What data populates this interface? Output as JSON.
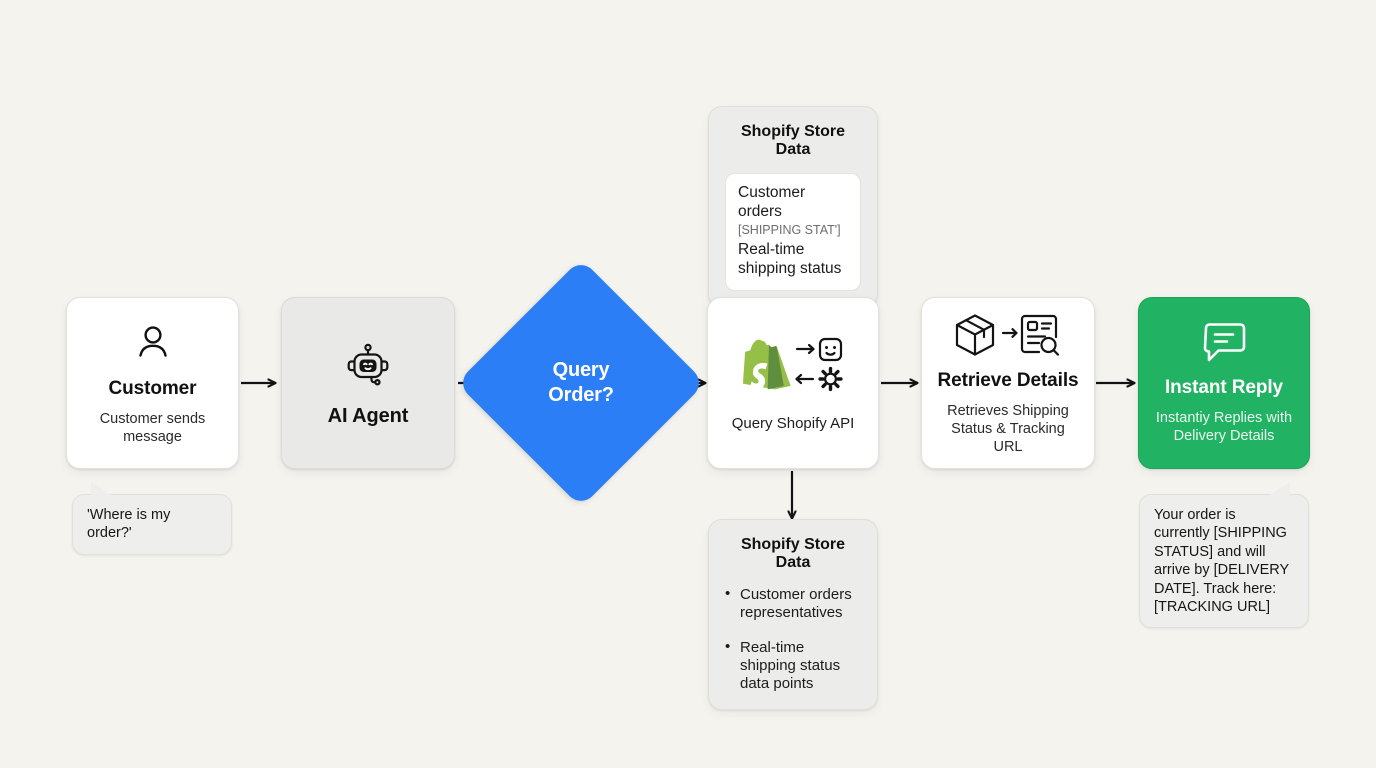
{
  "diagram": {
    "title": "Shopify order-status AI agent flow",
    "background_color": "#f4f3ee",
    "accent_blue": "#2b7ef5",
    "accent_green": "#22b263"
  },
  "nodes": {
    "customer": {
      "icon": "person-icon",
      "title": "Customer",
      "subtitle": "Customer sends message"
    },
    "ai_agent": {
      "icon": "robot-icon",
      "title": "AI Agent"
    },
    "decision": {
      "line1": "Query",
      "line2": "Order?"
    },
    "shopify_api": {
      "icon": "shopify-bag-icon",
      "label": "Query Shopify API"
    },
    "retrieve": {
      "icon": "package-icon",
      "title": "Retrieve Details",
      "subtitle": "Retrieves Shipping Status & Tracking URL"
    },
    "instant_reply": {
      "icon": "chat-bubble-icon",
      "title": "Instant Reply",
      "subtitle": "Instantiy Replies with Delivery Details"
    }
  },
  "data_stores": {
    "top": {
      "title": "Shopify Store Data",
      "line1": "Customer orders",
      "line2": "[SHIPPING STAT']",
      "line3": "Real-time shipping status"
    },
    "bottom": {
      "title": "Shopify Store Data",
      "bullets": [
        "Customer orders representatives",
        "Real-time shipping status data points"
      ]
    }
  },
  "bubbles": {
    "customer_question": "'Where is my order?'",
    "agent_reply": "Your order is currently [SHIPPING STATUS] and will arrive by [DELIVERY DATE]. Track here: [TRACKING URL]"
  }
}
